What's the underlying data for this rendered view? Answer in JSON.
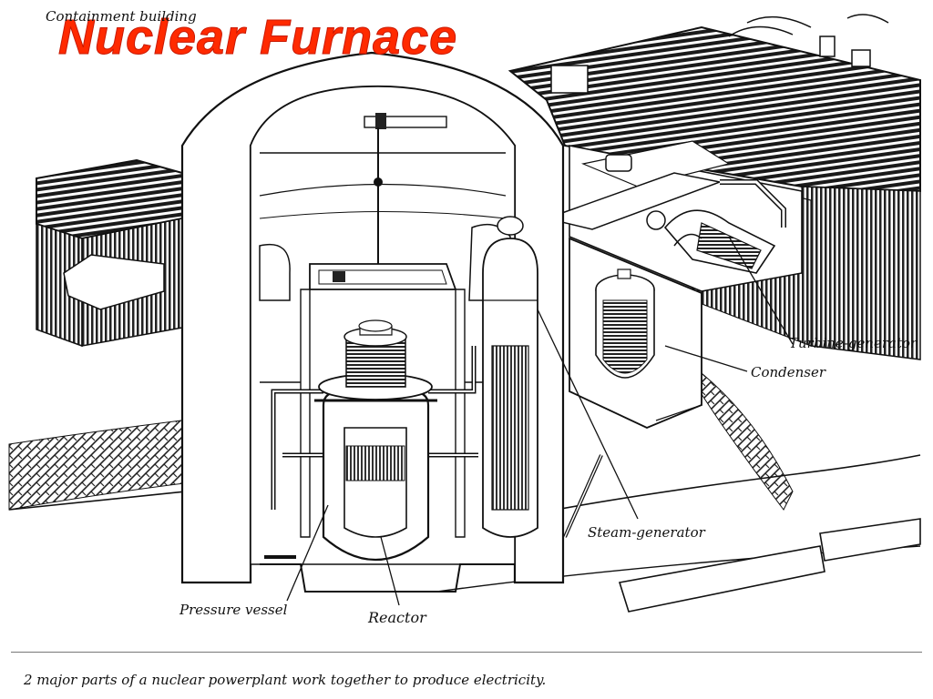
{
  "title": "Nuclear Furnace",
  "labels": {
    "containment": "Containment building",
    "turbine": "Turbine-generator",
    "condenser": "Condenser",
    "steam": "Steam-generator",
    "pressure": "Pressure vessel",
    "reactor": "Reactor"
  },
  "caption": "2 major parts of a nuclear powerplant work together to produce electricity.",
  "colors": {
    "title": "#ff2a00",
    "ink": "#111111",
    "paper": "#ffffff"
  }
}
